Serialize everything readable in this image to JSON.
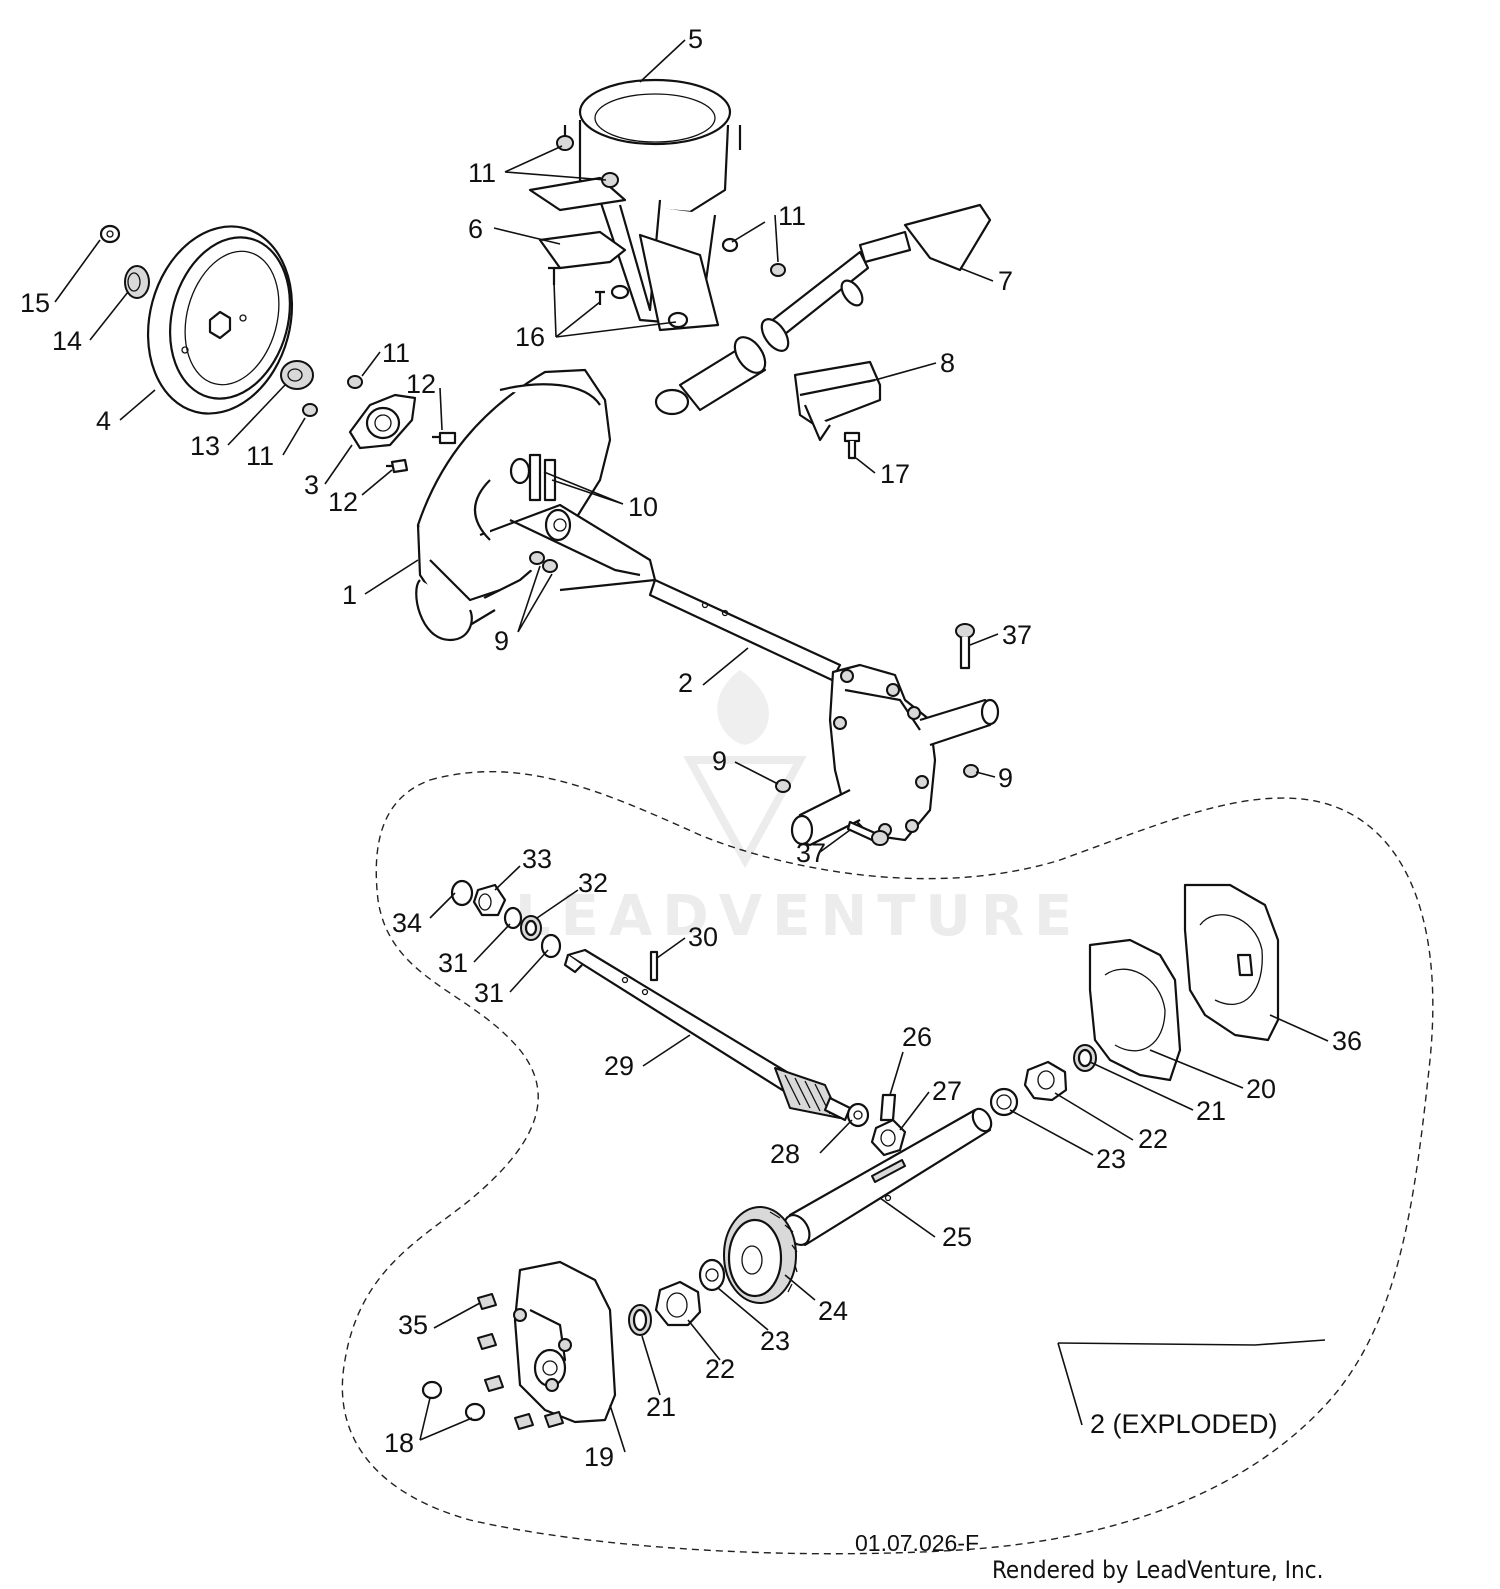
{
  "diagram": {
    "drawing_number": "01.07.026-F",
    "render_credit": "Rendered by LeadVenture, Inc.",
    "watermark": "LEADVENTURE",
    "exploded_label": "2 (EXPLODED)",
    "callouts": {
      "c1": "1",
      "c2": "2",
      "c3": "3",
      "c4": "4",
      "c5": "5",
      "c6": "6",
      "c7": "7",
      "c8": "8",
      "c9": "9",
      "c10": "10",
      "c11": "11",
      "c12": "12",
      "c13": "13",
      "c14": "14",
      "c15": "15",
      "c16": "16",
      "c17": "17",
      "c18": "18",
      "c19": "19",
      "c20": "20",
      "c21": "21",
      "c22": "22",
      "c23": "23",
      "c24": "24",
      "c25": "25",
      "c26": "26",
      "c27": "27",
      "c28": "28",
      "c29": "29",
      "c30": "30",
      "c31": "31",
      "c32": "32",
      "c33": "33",
      "c34": "34",
      "c35": "35",
      "c36": "36",
      "c37": "37"
    }
  }
}
